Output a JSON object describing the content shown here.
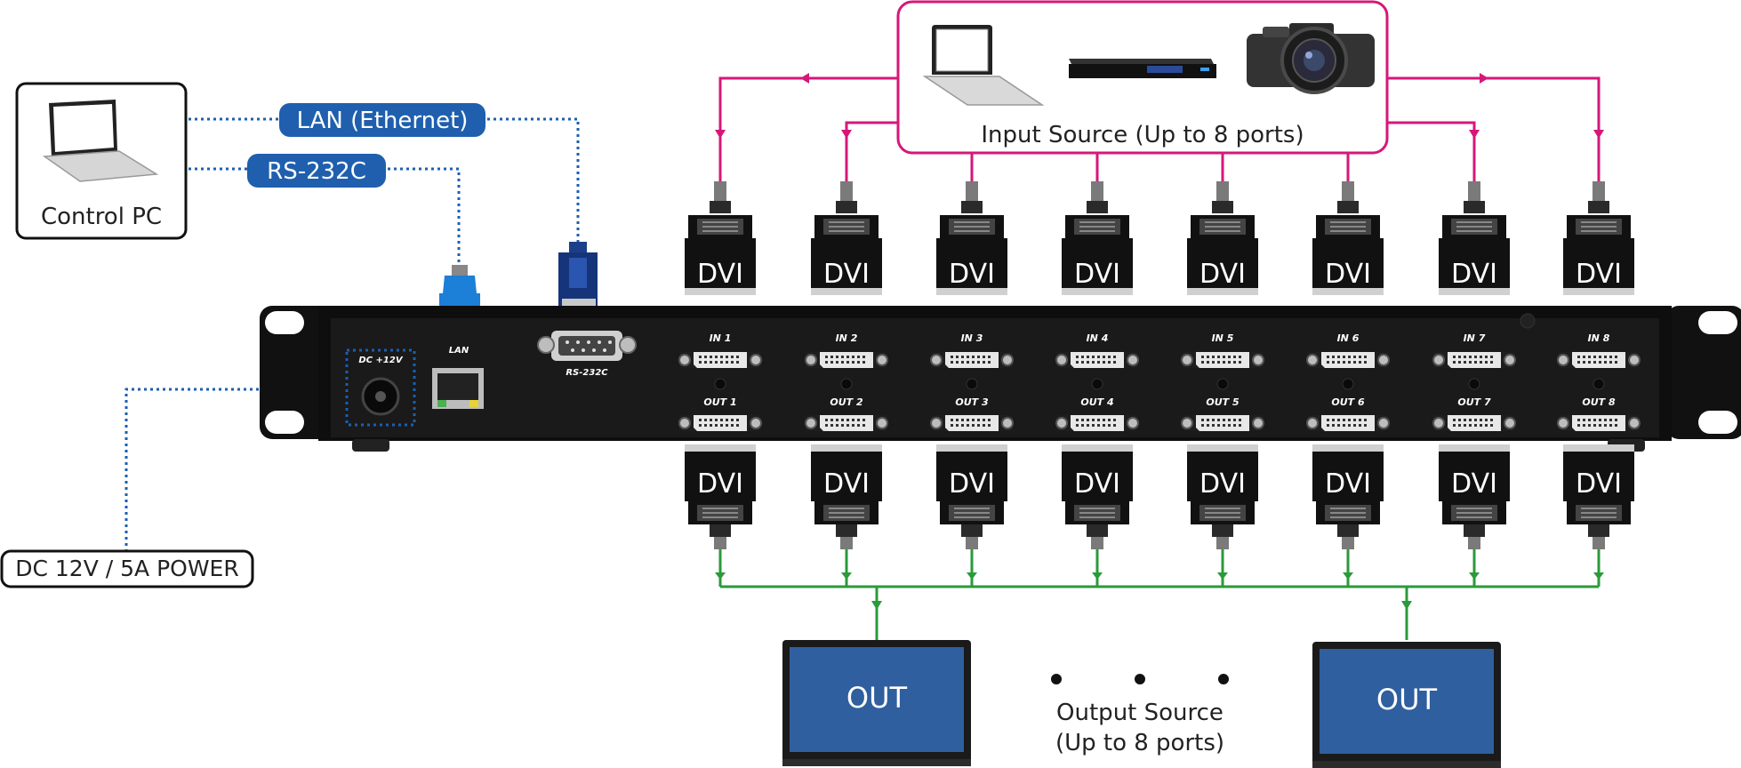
{
  "control_pc": {
    "label": "Control PC"
  },
  "links": {
    "lan": "LAN (Ethernet)",
    "rs232": "RS-232C"
  },
  "power": {
    "label": "DC 12V / 5A POWER"
  },
  "device": {
    "dc_label": "DC +12V",
    "lan_label": "LAN",
    "rs232_label": "RS-232C",
    "in_ports": [
      "IN 1",
      "IN 2",
      "IN 3",
      "IN 4",
      "IN 5",
      "IN 6",
      "IN 7",
      "IN 8"
    ],
    "out_ports": [
      "OUT 1",
      "OUT 2",
      "OUT 3",
      "OUT 4",
      "OUT 5",
      "OUT 6",
      "OUT 7",
      "OUT 8"
    ]
  },
  "connectors": {
    "dvi": "DVI"
  },
  "input_source": {
    "label": "Input Source (Up to 8 ports)"
  },
  "outputs": {
    "monitor_label": "OUT",
    "caption_line1": "Output Source",
    "caption_line2": "(Up to 8 ports)"
  },
  "colors": {
    "input_lines": "#d6177a",
    "output_lines": "#2a9a3a",
    "control_lines": "#1c5fb0",
    "label_pill": "#1f5fae",
    "monitor_screen": "#2f5f9e"
  }
}
